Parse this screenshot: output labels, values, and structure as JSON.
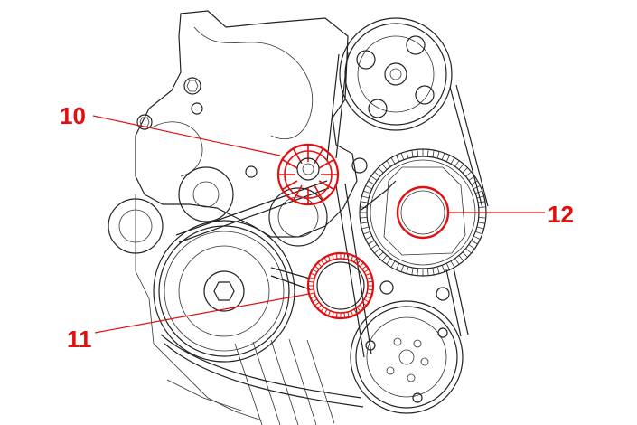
{
  "diagram": {
    "colors": {
      "line": "#222222",
      "highlight": "#e01010",
      "background": "#ffffff"
    },
    "callouts": [
      {
        "id": "10",
        "label": "10",
        "part": "belt-tensioner-pulley"
      },
      {
        "id": "11",
        "label": "11",
        "part": "idler-pulley-lower"
      },
      {
        "id": "12",
        "label": "12",
        "part": "idler-pulley-right"
      }
    ]
  }
}
